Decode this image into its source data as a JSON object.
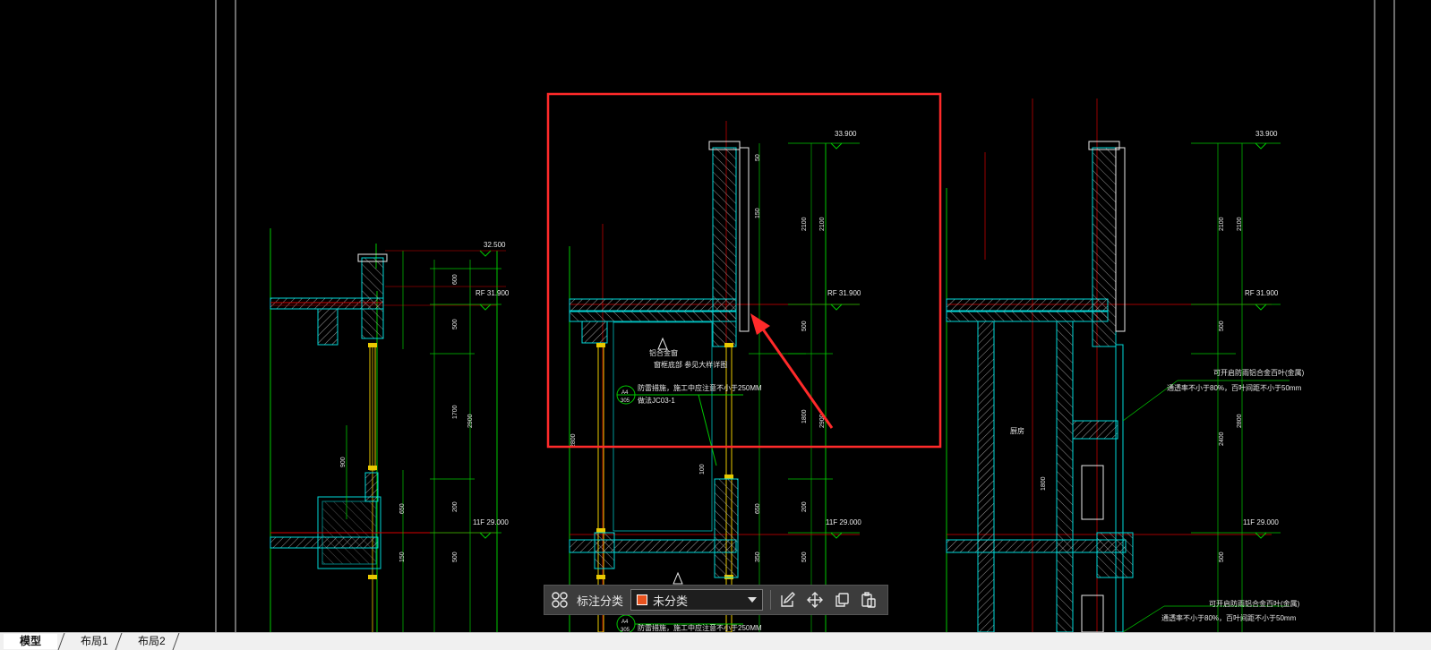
{
  "drawing": {
    "labels": {
      "elev_top_left": "32.500",
      "elev_top_mid": "33.900",
      "elev_top_right": "33.900",
      "rf_left": "RF 31.900",
      "rf_mid": "RF 31.900",
      "rf_right": "RF 31.900",
      "floor11_left": "11F 29.000",
      "floor11_mid": "11F 29.000",
      "floor11_right": "11F 29.000",
      "dim_600": "600",
      "dim_500": "500",
      "dim_1700": "1700",
      "dim_2900": "2900",
      "dim_900": "900",
      "dim_200": "200",
      "dim_650": "650",
      "dim_150": "150",
      "dim_2100": "2100",
      "dim_2400": "2400",
      "dim_1800": "1800",
      "dim_2800": "2800",
      "dim_350": "350",
      "dim_100": "100",
      "dim_50": "50",
      "room_label": "厨房",
      "window_label": "铝合金窗",
      "note_1": "可开启防雨铝合金百叶(金属)",
      "note_2": "通透率不小于80%，百叶间距不小于50mm",
      "note_3": "可开启防雨铝合金百叶(金属)",
      "note_4": "通透率不小于80%，百叶间距不小于50mm",
      "note_mid": "防雷措施，施工中应注意不小于250MM",
      "note_mid2": "做法JC03-1",
      "note_mid3": "防雷措施，施工中应注意不小于250MM",
      "tag_1": "A4",
      "tag_2": "305",
      "tag_3": "A4",
      "tag_4": "305",
      "sub_note": "窗框底部  参见大样详图"
    }
  },
  "toolbar": {
    "grid_icon": "grid-icon",
    "label": "标注分类",
    "select_value": "未分类",
    "swatch_color": "#e8531f",
    "edit_icon": "edit-icon",
    "move_icon": "move-icon",
    "copy_icon": "copy-icon",
    "paste_icon": "paste-icon"
  },
  "tabs": [
    {
      "label": "模型",
      "active": true
    },
    {
      "label": "布局1",
      "active": false
    },
    {
      "label": "布局2",
      "active": false
    }
  ],
  "colors": {
    "background": "#000000",
    "annotation_red": "#ff2a2a",
    "cad_green": "#00c800",
    "cad_red": "#d80000",
    "cad_cyan": "#00d8d8",
    "cad_yellow": "#e8c800",
    "cad_white": "#e8e8e8"
  }
}
